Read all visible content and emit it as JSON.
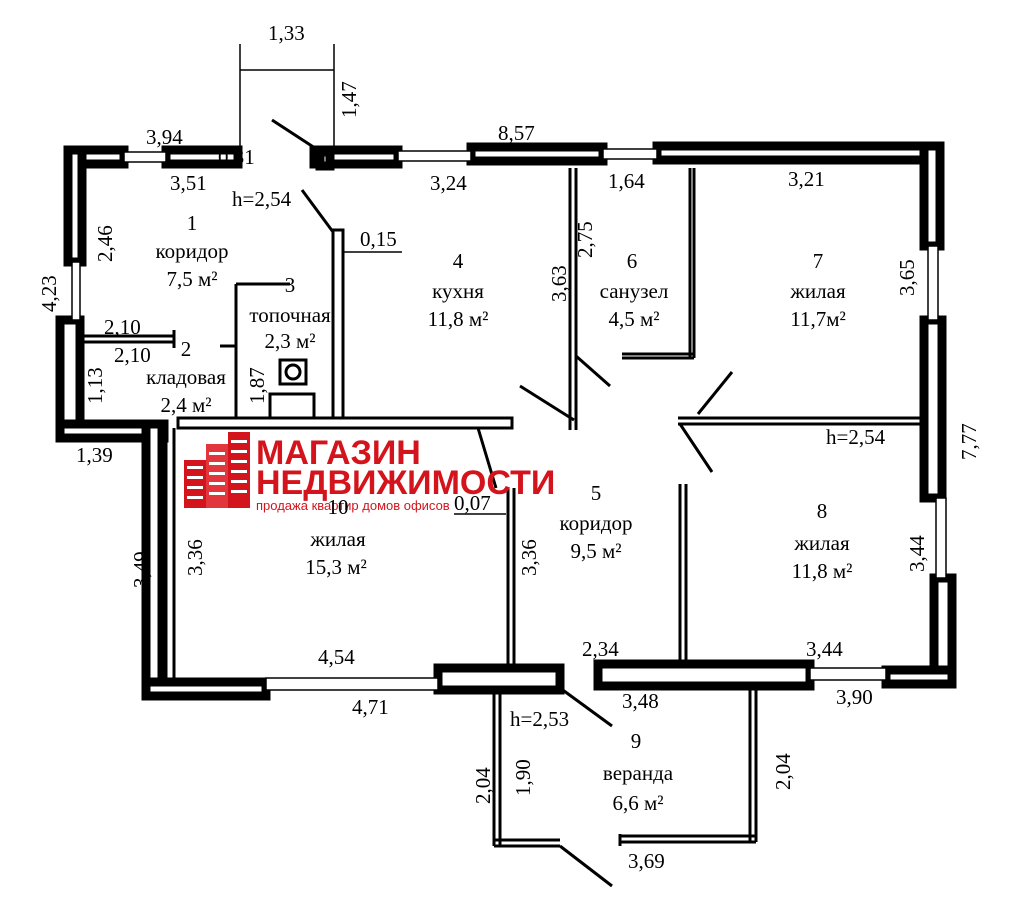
{
  "logo": {
    "line1": "МАГАЗИН",
    "line2": "НЕДВИЖИМОСТИ",
    "tagline": "продажа квартир домов офисов",
    "color": "#d4141c"
  },
  "rooms": [
    {
      "num": "1",
      "name": "коридор",
      "area": "7,5 м²"
    },
    {
      "num": "2",
      "name": "кладовая",
      "area": "2,4 м²"
    },
    {
      "num": "3",
      "name": "топочная",
      "area": "2,3 м²"
    },
    {
      "num": "4",
      "name": "кухня",
      "area": "11,8 м²"
    },
    {
      "num": "5",
      "name": "коридор",
      "area": "9,5 м²"
    },
    {
      "num": "6",
      "name": "санузел",
      "area": "4,5 м²"
    },
    {
      "num": "7",
      "name": "жилая",
      "area": "11,7м²"
    },
    {
      "num": "8",
      "name": "жилая",
      "area": "11,8 м²"
    },
    {
      "num": "9",
      "name": "веранда",
      "area": "6,6 м²"
    },
    {
      "num": "10",
      "name": "жилая",
      "area": "15,3 м²"
    }
  ],
  "heights": {
    "h1": "h=2,54",
    "h2": "h=2,54",
    "h3": "h=2,53"
  },
  "dims": {
    "d_1_33": "1,33",
    "d_1_47": "1,47",
    "d_3_94": "3,94",
    "d_0_31": "0,31",
    "d_8_57": "8,57",
    "d_3_51": "3,51",
    "d_3_24": "3,24",
    "d_1_64": "1,64",
    "d_3_21": "3,21",
    "d_2_46": "2,46",
    "d_0_15": "0,15",
    "d_3_63": "3,63",
    "d_2_75": "2,75",
    "d_3_65": "3,65",
    "d_4_23": "4,23",
    "d_2_10a": "2,10",
    "d_2_10b": "2,10",
    "d_1_13": "1,13",
    "d_1_87": "1,87",
    "d_7_77": "7,77",
    "d_1_39": "1,39",
    "d_0_07": "0,07",
    "d_3_49": "3,49",
    "d_3_36a": "3,36",
    "d_3_36b": "3,36",
    "d_3_44a": "3,44",
    "d_4_54": "4,54",
    "d_2_34": "2,34",
    "d_3_44b": "3,44",
    "d_4_71": "4,71",
    "d_3_48": "3,48",
    "d_3_90": "3,90",
    "d_2_04a": "2,04",
    "d_1_90": "1,90",
    "d_2_04b": "2,04",
    "d_3_69": "3,69"
  }
}
